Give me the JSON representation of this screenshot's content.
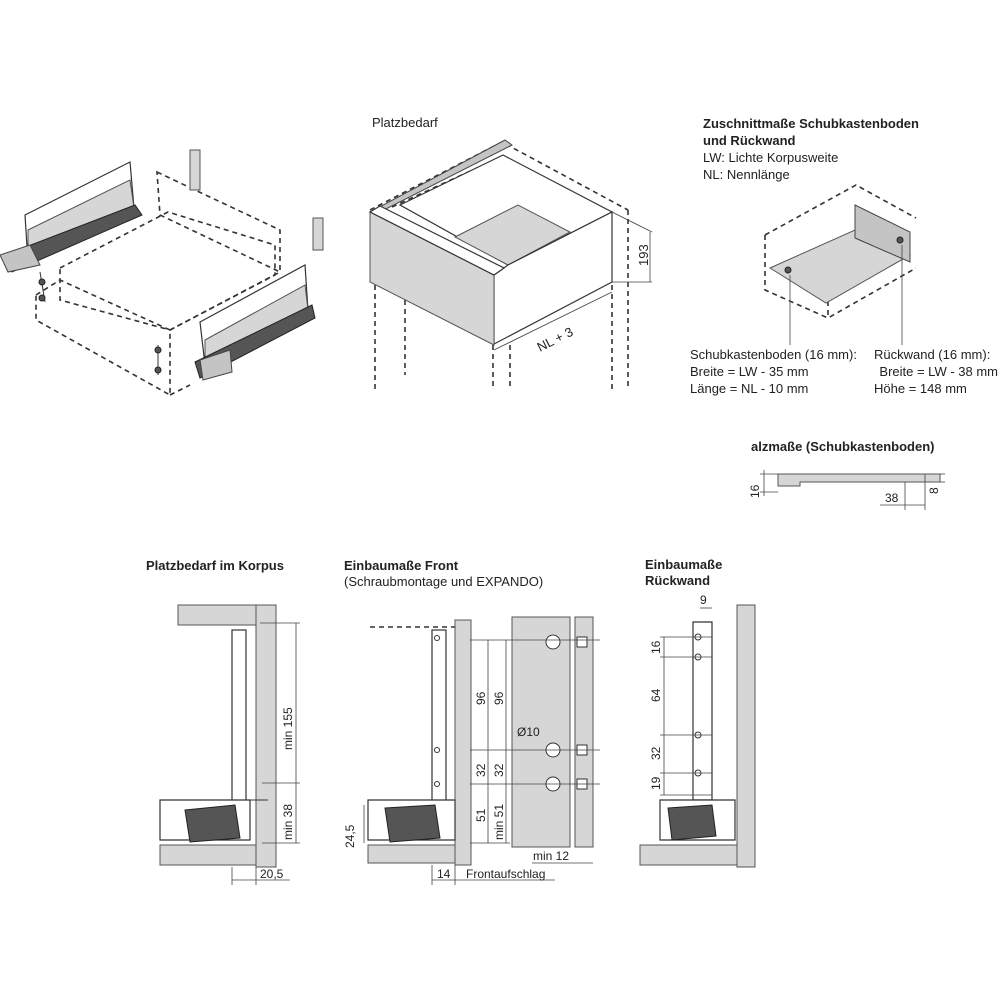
{
  "platzbedarf": {
    "title": "Platzbedarf",
    "height_value": "193",
    "nl_value": "NL + 3"
  },
  "zuschnitt": {
    "title_line1": "Zuschnittmaße Schubkastenboden",
    "title_line2": "und Rückwand",
    "lw_def": "LW: Lichte Korpusweite",
    "nl_def": "NL: Nennlänge",
    "boden": {
      "line1": "Schubkastenboden (16 mm):",
      "line2": "Breite = LW - 35 mm",
      "line3": "Länge = NL - 10 mm"
    },
    "rueckwand": {
      "line1": "Rückwand (16 mm):",
      "line2": "Breite = LW - 38 mm",
      "line3": "Höhe = 148 mm"
    }
  },
  "falz": {
    "title": "alzmaße (Schubkastenboden)",
    "dim_16": "16",
    "dim_38": "38",
    "dim_8": "8"
  },
  "korpus": {
    "title": "Platzbedarf im Korpus",
    "dim_155": "min 155",
    "dim_38": "min 38",
    "dim_205": "20,5"
  },
  "front": {
    "title": "Einbaumaße Front",
    "subtitle": "(Schraubmontage und EXPANDO)",
    "dim_96a": "96",
    "dim_96b": "96",
    "dim_32a": "32",
    "dim_32b": "32",
    "dim_51": "51",
    "dim_min51": "min 51",
    "dim_245": "24,5",
    "dim_d10": "Ø10",
    "dim_min12": "min 12",
    "dim_14": "14",
    "frontaufschlag": "Frontaufschlag"
  },
  "rueckwand_einbau": {
    "title_line1": "Einbaumaße",
    "title_line2": "Rückwand",
    "dim_9": "9",
    "dim_16": "16",
    "dim_64": "64",
    "dim_32": "32",
    "dim_19": "19"
  }
}
